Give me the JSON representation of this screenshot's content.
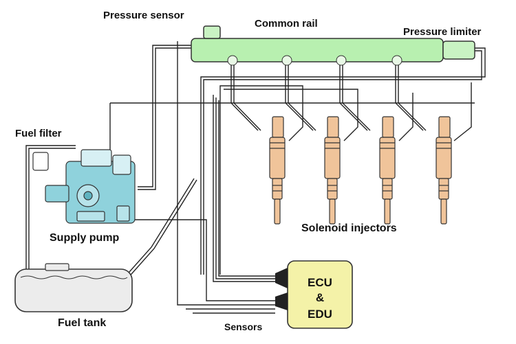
{
  "labels": {
    "pressure_sensor": "Pressure sensor",
    "common_rail": "Common  rail",
    "pressure_limiter": "Pressure limiter",
    "fuel_filter": "Fuel filter",
    "supply_pump": "Supply pump",
    "solenoid_injectors": "Solenoid injectors",
    "fuel_tank": "Fuel tank",
    "sensors": "Sensors"
  },
  "ecu": {
    "line1": "ECU",
    "line2": "&",
    "line3": "EDU"
  },
  "colors": {
    "rail": "#b8f0b0",
    "pump": "#8fd2dc",
    "injector": "#f0c49a",
    "ecu_box": "#f4f2a8",
    "tank": "#ececec",
    "lines": "#222222"
  }
}
